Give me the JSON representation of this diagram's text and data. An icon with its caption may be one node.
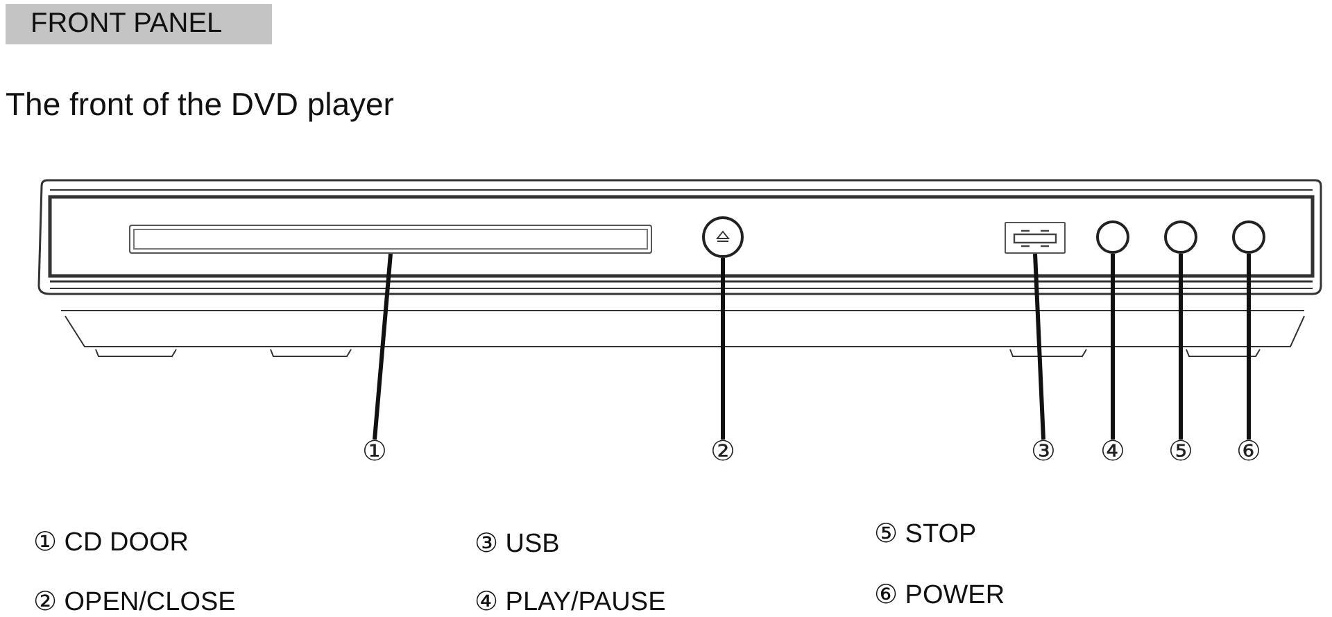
{
  "diagram": {
    "title": "FRONT PANEL",
    "nodes": [
      {
        "text": [],
        "shape": "bar"
      },
      {
        "text": [],
        "shape": "circle"
      },
      {
        "text": [],
        "shape": "box"
      },
      {
        "text": [],
        "shape": "circle"
      },
      {
        "text": [],
        "shape": "circle"
      },
      {
        "text": [],
        "shape": "circle"
      },
      {
        "text": [
          "①"
        ]
      },
      {
        "text": [
          "②"
        ]
      },
      {
        "text": [
          "③"
        ]
      },
      {
        "text": [
          "④"
        ]
      },
      {
        "text": [
          "⑤"
        ]
      },
      {
        "text": [
          "⑥"
        ]
      }
    ],
    "edges": [
      {
        "from": 6,
        "to": 0,
        "arrow": "none"
      },
      {
        "from": 7,
        "to": 1,
        "arrow": "none"
      },
      {
        "from": 8,
        "to": 2,
        "arrow": "none"
      },
      {
        "from": 9,
        "to": 3,
        "arrow": "none"
      },
      {
        "from": 10,
        "to": 4,
        "arrow": "none"
      },
      {
        "from": 11,
        "to": 5,
        "arrow": "none"
      }
    ],
    "labels": [
      "The front of the DVD player",
      "① CD DOOR",
      "③ USB",
      "⑤ STOP",
      "② OPEN/CLOSE",
      "④ PLAY/PAUSE",
      "⑥ POWER"
    ]
  }
}
